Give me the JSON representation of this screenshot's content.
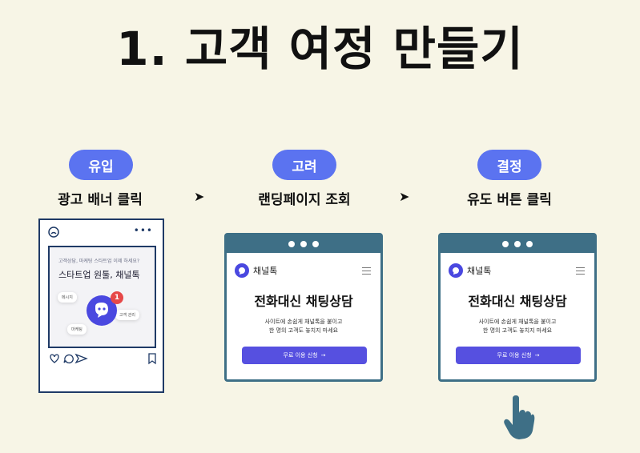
{
  "title": "1. 고객 여정 만들기",
  "steps": [
    {
      "pill": "유입",
      "label": "광고 배너 클릭"
    },
    {
      "pill": "고려",
      "label": "랜딩페이지 조회"
    },
    {
      "pill": "결정",
      "label": "유도 버튼 클릭"
    }
  ],
  "arrow": "➤",
  "post": {
    "small_text": "고객상담, 마케팅 스타트업 이제 하세요?",
    "headline": "스타트업 원툴, 채널톡",
    "chip_a": "메시지",
    "chip_b": "고객 관리",
    "chip_c": "마케팅",
    "badge": "1"
  },
  "landing": {
    "brand": "채널톡",
    "headline": "전화대신 채팅상담",
    "sub_line1": "사이트에 손쉽게 채널톡을 붙이고",
    "sub_line2": "한 명의 고객도 놓치지 마세요",
    "cta": "무료 이용 신청",
    "cta_arrow": "→"
  },
  "colors": {
    "background": "#f7f5e6",
    "pill": "#5b73f0",
    "window_frame": "#3e6f86",
    "brand": "#4a48e0",
    "cursor": "#3e6f86"
  }
}
